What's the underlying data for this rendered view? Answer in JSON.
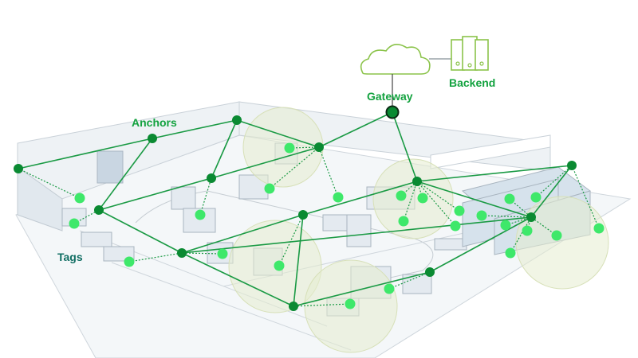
{
  "labels": {
    "gateway": "Gateway",
    "backend": "Backend",
    "anchors": "Anchors",
    "tags": "Tags"
  },
  "colors": {
    "anchor": "#0a8a32",
    "tag": "#3ee86a",
    "gateway_fill": "#0a8a32",
    "gateway_stroke": "#0b2a14",
    "link": "#1a9a44",
    "label_green": "#13a23f",
    "label_teal": "#106e63",
    "icon": "#8bc34a",
    "coverage": "#e6ecd0"
  },
  "components": {
    "cloud": "cloud-icon",
    "backend": "server-rack-icon",
    "gateway": "gateway-node"
  }
}
